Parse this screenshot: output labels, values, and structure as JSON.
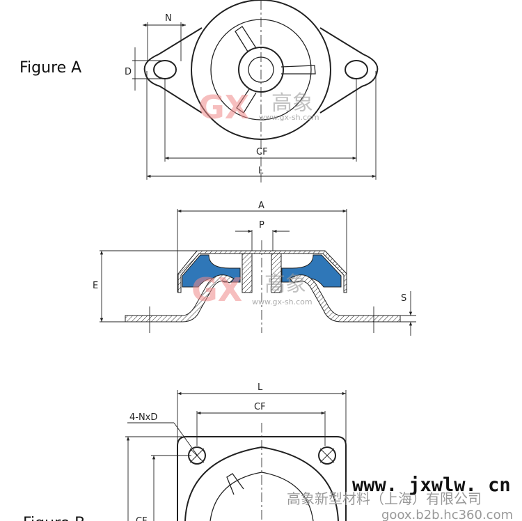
{
  "figure_a": {
    "title": "Figure A",
    "labels": {
      "n": "N",
      "d": "D",
      "cf": "CF",
      "l": "L"
    }
  },
  "side_view": {
    "labels": {
      "a": "A",
      "p": "P",
      "e": "E",
      "s": "S"
    }
  },
  "figure_b": {
    "title": "Figure B",
    "labels": {
      "l": "L",
      "cf": "CF",
      "holes": "4-NxD",
      "cf_vertical": "CF"
    }
  },
  "watermark": {
    "logo": "GX",
    "brand_cn": "高象",
    "brand_url": "www.gx-sh.com"
  },
  "footer_watermark": {
    "site": "www. jxwlw. cn",
    "company": "高象新型材料（上海）有限公司",
    "url": "goox.b2b.hc360.com"
  }
}
